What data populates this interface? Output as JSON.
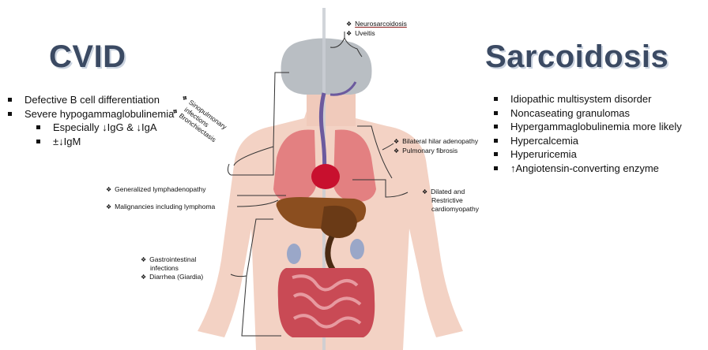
{
  "cvid": {
    "title": "CVID",
    "items": [
      "Defective B cell differentiation",
      "Severe hypogammaglobulinemia"
    ],
    "subitems": [
      "Especially ↓IgG & ↓IgA",
      "±↓IgM"
    ],
    "sino": [
      "Sinopulmonary",
      "infections",
      "Bronchiectasis"
    ],
    "lymph": "Generalized lymphadenopathy",
    "malig": "Malignancies including lymphoma",
    "gi": [
      "Gastrointestinal",
      "infections",
      "Diarrhea (Giardia)"
    ]
  },
  "sarc": {
    "title": "Sarcoidosis",
    "items": [
      "Idiopathic multisystem disorder",
      "Noncaseating granulomas",
      "Hypergammaglobulinemia more likely",
      "Hypercalcemia",
      "Hyperuricemia",
      "↑Angiotensin-converting enzyme"
    ],
    "neuro": "Neurosarcoidosis",
    "uveitis": "Uveitis",
    "hilar": "Bilateral hilar adenopathy",
    "pulm": "Pulmonary fibrosis",
    "cardio": [
      "Dilated and",
      "Restrictive",
      "cardiomyopathy"
    ]
  },
  "bullet_glyph": "❖",
  "colors": {
    "title": "#3b4a63",
    "skin": "#f3d2c4",
    "head_gray": "#b9bec3",
    "lung": "#e27b7d",
    "heart": "#c8102e",
    "liver": "#8b4e1f",
    "intestine": "#c94a55",
    "kidney": "#9aa7c8",
    "vessel": "#6c5a9e"
  }
}
